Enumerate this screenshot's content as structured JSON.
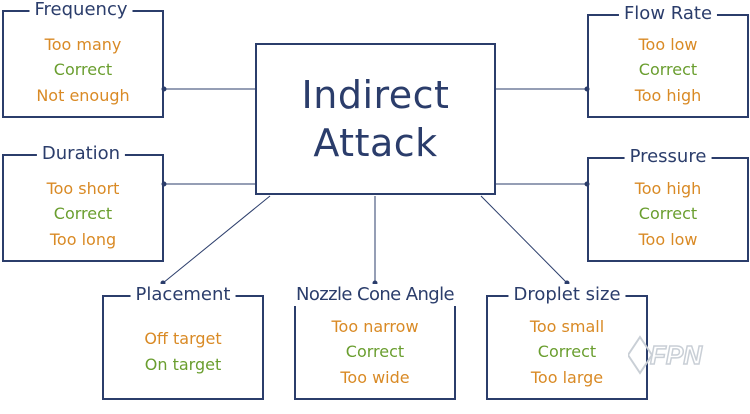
{
  "center": {
    "line1": "Indirect",
    "line2": "Attack"
  },
  "boxes": {
    "frequency": {
      "title": "Frequency",
      "items": [
        "Too many",
        "Correct",
        "Not enough"
      ]
    },
    "duration": {
      "title": "Duration",
      "items": [
        "Too short",
        "Correct",
        "Too long"
      ]
    },
    "placement": {
      "title": "Placement",
      "items": [
        "Off target",
        "On target"
      ]
    },
    "nozzle": {
      "title": "Nozzle Cone Angle",
      "items": [
        "Too narrow",
        "Correct",
        "Too wide"
      ]
    },
    "droplet": {
      "title": "Droplet size",
      "items": [
        "Too small",
        "Correct",
        "Too large"
      ]
    },
    "flow": {
      "title": "Flow Rate",
      "items": [
        "Too low",
        "Correct",
        "Too high"
      ]
    },
    "pressure": {
      "title": "Pressure",
      "items": [
        "Too high",
        "Correct",
        "Too low"
      ]
    }
  },
  "watermark": "FPN",
  "colors": {
    "navy": "#2b3d6b",
    "incorrect": "#d98a25",
    "correct": "#6a9e2f",
    "watermark": "#c9cfd6"
  }
}
